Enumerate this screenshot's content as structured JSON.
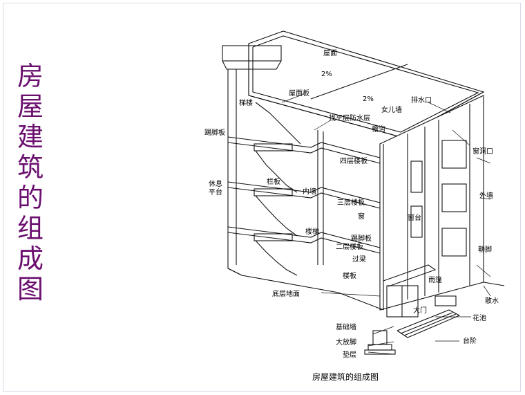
{
  "title_chars": [
    "房",
    "屋",
    "建",
    "筑",
    "的",
    "组",
    "成",
    "图"
  ],
  "caption": "房屋建筑的组成图",
  "labels": {
    "roof": "屋面",
    "slope1": "2%",
    "slope2": "2%",
    "roof_slab": "屋面板",
    "stair_room": "梯楼",
    "leveling_waterproof": "找平层防水层",
    "parapet": "女儿墙",
    "drain_outlet": "排水口",
    "gutter": "檐沟",
    "tread_slab": "踢脚板",
    "lintel_opening": "窗洞口",
    "fourth_floor_slab": "四层楼板",
    "rest_platform": "休息\n平台",
    "railing": "栏板",
    "inner_wall": "内墙",
    "outer_wall": "外墙",
    "third_floor_slab": "三层楼板",
    "window": "窗",
    "window_sill": "窗台",
    "staircase": "楼梯",
    "kick_board": "踢脚板",
    "second_floor_slab": "二层楼板",
    "plinth": "勒脚",
    "lintel": "过梁",
    "canopy": "雨篷",
    "floor_slab": "楼板",
    "ground_floor": "底层地面",
    "apron": "散水",
    "main_door": "大门",
    "flower_bed": "花池",
    "foundation_wall": "基础墙",
    "footing": "大放脚",
    "steps": "台阶",
    "cushion": "垫层"
  }
}
